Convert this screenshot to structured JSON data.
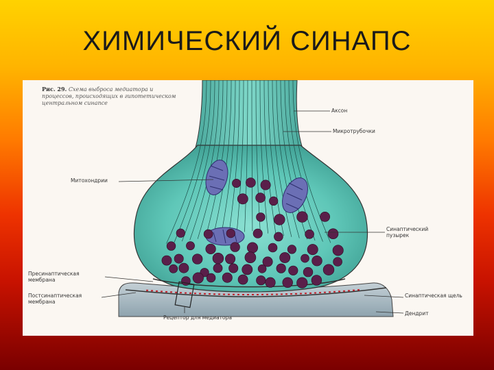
{
  "slide": {
    "title": "ХИМИЧЕСКИЙ СИНАПС"
  },
  "figure": {
    "caption_number": "Рис. 29.",
    "caption_text": "Схема выброса медиатора и процессов, происходящих в гипотетическом центральном синапсе"
  },
  "labels": {
    "axon": "Аксон",
    "microtubules": "Микротрубочки",
    "mitochondria": "Митохондрии",
    "synaptic_vesicle": "Синаптический пузырек",
    "presynaptic_membrane": "Пресинаптическая мембрана",
    "postsynaptic_membrane": "Постсинаптическая мембрана",
    "synaptic_cleft": "Синаптическая щель",
    "dendrite": "Дендрит",
    "receptor": "Рецептор для медиатора"
  },
  "colors": {
    "terminal_fill": "#5fc7b8",
    "vesicle": "#5a1f4a",
    "mitochondrion": "#6b6fb5",
    "dendrite_fill": "#a7b8c2",
    "receptor_marks": "#c0202a"
  }
}
